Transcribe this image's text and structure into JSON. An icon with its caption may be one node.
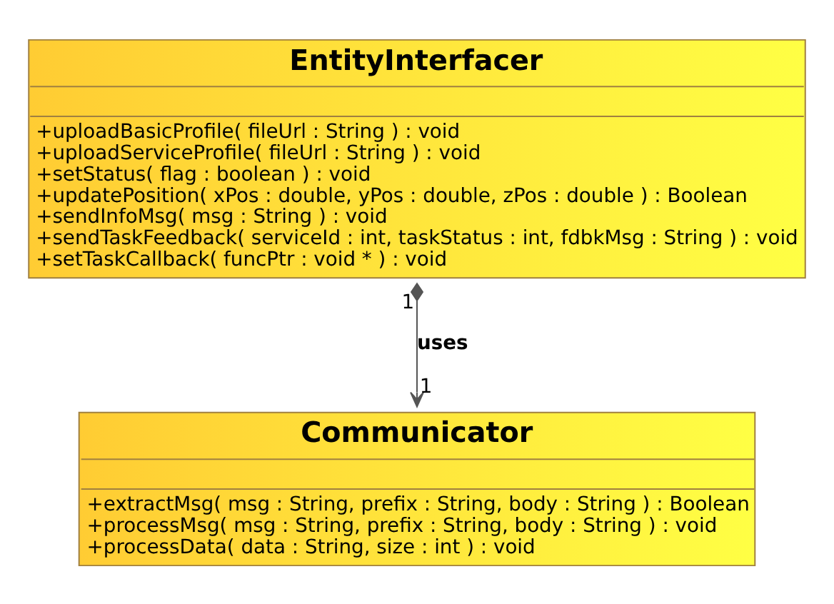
{
  "diagram": {
    "nodes": [
      {
        "text": [
          "EntityInterfacer",
          "+uploadBasicProfile( fileUrl : String ) : void",
          "+uploadServiceProfile( fileUrl : String ) : void",
          "+setStatus( flag : boolean ) : void",
          "+updatePosition( xPos : double, yPos : double, zPos : double ) : Boolean",
          "+sendInfoMsg( msg : String ) : void",
          "+sendTaskFeedback( serviceId : int, taskStatus : int, fdbkMsg : String ) : void",
          "+setTaskCallback( funcPtr : void * ) : void"
        ]
      },
      {
        "text": [
          "Communicator",
          "+extractMsg( msg : String, prefix : String, body : String ) : Boolean",
          "+processMsg( msg : String, prefix : String, body : String ) : void",
          "+processData( data : String, size : int ) : void"
        ]
      }
    ],
    "edges": [
      {
        "from": 0,
        "to": 1,
        "arrow": "to",
        "label": "uses"
      }
    ],
    "labels": [
      "1",
      "1"
    ]
  }
}
